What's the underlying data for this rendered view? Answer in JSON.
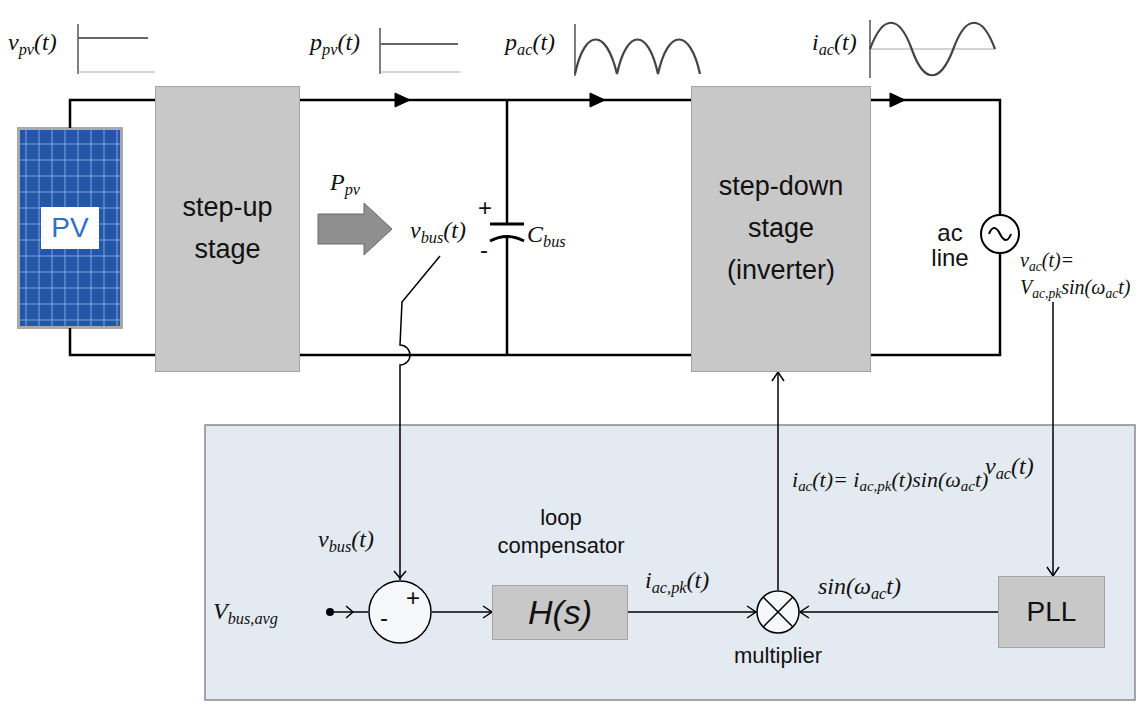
{
  "diagram": {
    "nodes": [
      {
        "text": [
          "PV"
        ]
      },
      {
        "text": [
          "step-up stage"
        ]
      },
      {
        "text": [
          "step-down stage (inverter)"
        ]
      },
      {
        "text": [
          "ac line",
          "vac(t)= Vac,pksin(ωact)"
        ]
      },
      {
        "text": [
          "+",
          "-"
        ]
      },
      {
        "text": [
          "loop compensator",
          "H(s)"
        ]
      },
      {
        "text": [
          "multiplier"
        ]
      },
      {
        "text": [
          "PLL"
        ]
      }
    ],
    "edges": [
      {
        "from": 0,
        "to": 1,
        "arrow": "none"
      },
      {
        "from": 1,
        "to": 2,
        "arrow": "to"
      },
      {
        "from": 2,
        "to": 3,
        "arrow": "to"
      },
      {
        "from": 4,
        "to": 5,
        "arrow": "to"
      },
      {
        "from": 5,
        "to": 6,
        "arrow": "to",
        "label": "iac,pk(t)"
      },
      {
        "from": 7,
        "to": 6,
        "arrow": "to",
        "label": "sin(ωact)"
      },
      {
        "from": 6,
        "to": 2,
        "arrow": "to",
        "label": "iac(t)= iac,pk(t)sin(ωact)"
      },
      {
        "from": 3,
        "to": 7,
        "arrow": "to",
        "label": "vac(t)"
      }
    ],
    "labels": [
      "vpv(t)",
      "ppv(t)",
      "pac(t)",
      "iac(t)",
      "Ppv",
      "vbus(t)",
      "+",
      "-",
      "Cbus",
      "vbus(t)",
      "Vbus,avg"
    ]
  }
}
